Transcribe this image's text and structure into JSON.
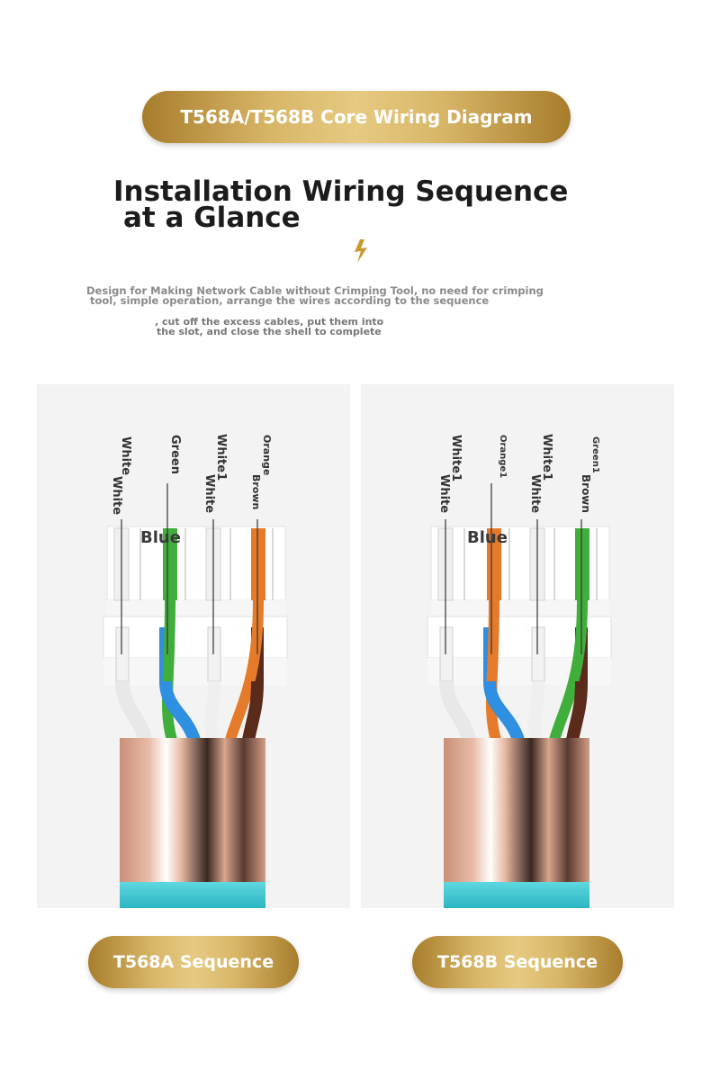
{
  "header": {
    "badge": "T568A/T568B Core Wiring Diagram"
  },
  "headline": {
    "line1": "Installation Wiring Sequence",
    "line2": "at a Glance"
  },
  "description": {
    "line1": "Design for Making Network Cable without Crimping Tool, no need for crimping",
    "line2": "tool, simple operation, arrange the wires according to the sequence",
    "line3": ", cut off the excess cables, put them into",
    "line4": "the slot, and close the shell to complete"
  },
  "t568a": {
    "label": "T568A Sequence",
    "labels_top": [
      "White",
      "Green",
      "White1",
      "Orange"
    ],
    "labels_bottom": [
      "White",
      "Blue",
      "White",
      "Brown"
    ]
  },
  "t568b": {
    "label": "T568B Sequence",
    "labels_top": [
      "White1",
      "Orange1",
      "White1",
      "Green1"
    ],
    "labels_bottom": [
      "White",
      "Blue",
      "White",
      "Brown"
    ]
  },
  "colors": {
    "gold": "#c9a24a",
    "green": "#3fae3a",
    "orange": "#e57a2a",
    "blue": "#2f8fe0",
    "brown": "#5a2a1a",
    "teal": "#35c4cf",
    "sheath": "#d9a58e"
  },
  "icons": {
    "bolt": "lightning-bolt-icon"
  }
}
